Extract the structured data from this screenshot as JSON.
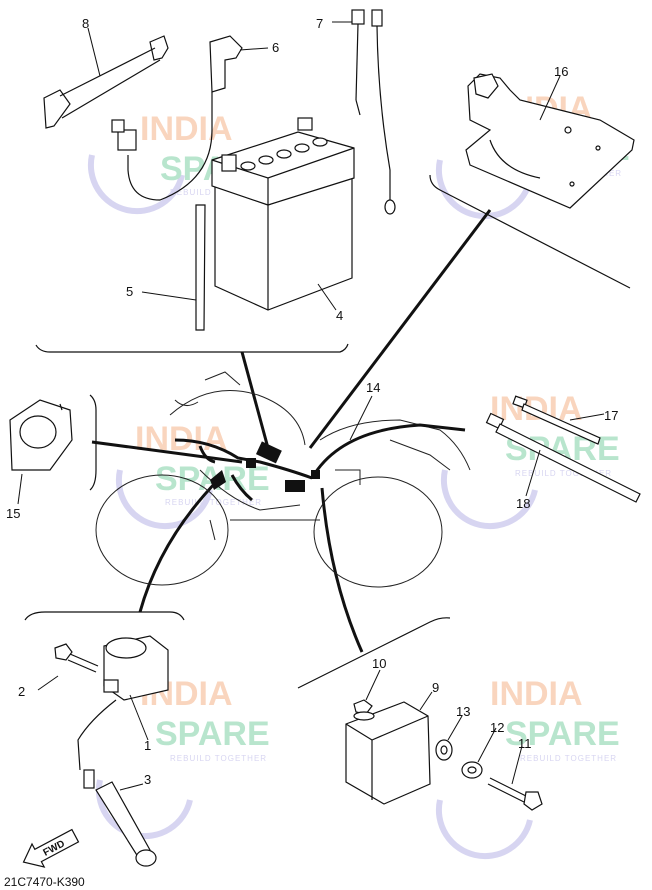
{
  "callouts": [
    "1",
    "2",
    "3",
    "4",
    "5",
    "6",
    "7",
    "8",
    "9",
    "10",
    "11",
    "12",
    "13",
    "14",
    "15",
    "16",
    "17",
    "18"
  ],
  "diagram_code": "21C7470-K390",
  "fwd_label": "FWD",
  "watermark": {
    "line1": "INDIA",
    "line2": "SPARE",
    "tagline": "REBUILD TOGETHER"
  },
  "colors": {
    "line": "#111111",
    "watermark_orange": "#f5b48a",
    "watermark_green": "#7fd0a6",
    "watermark_purple": "#b7b3e6"
  }
}
